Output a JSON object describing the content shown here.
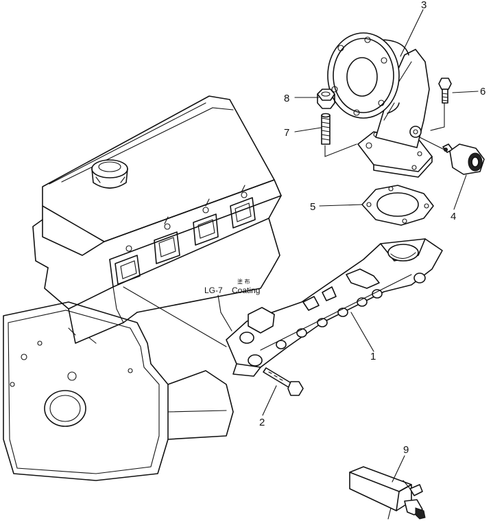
{
  "callouts": {
    "c1": "1",
    "c2": "2",
    "c3": "3",
    "c4": "4",
    "c5": "5",
    "c6": "6",
    "c7": "7",
    "c8": "8",
    "c9": "9"
  },
  "annotation": {
    "sealant": "LG-7",
    "coating_jp": "塗 布",
    "coating_en": "Coating"
  }
}
